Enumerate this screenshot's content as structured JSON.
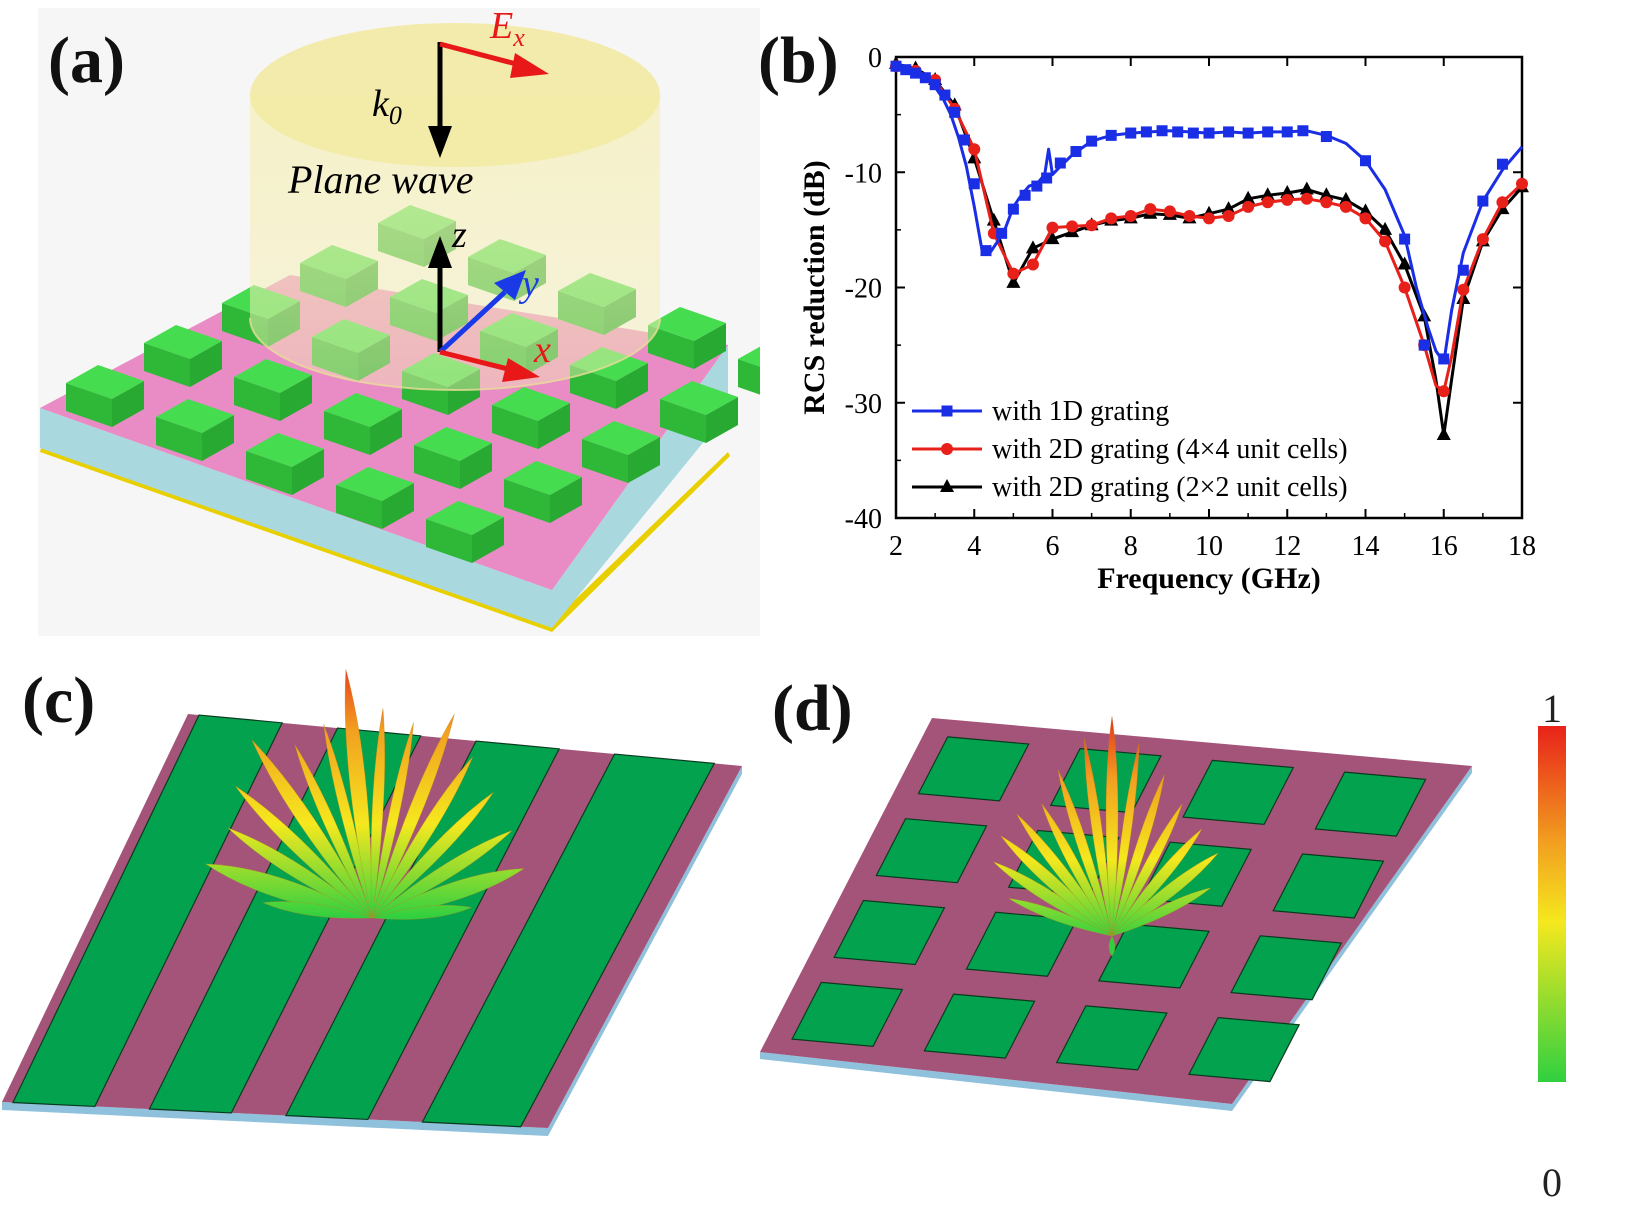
{
  "panels": {
    "a": {
      "label": "(a)",
      "field_label": "Ex",
      "field_E": "E",
      "field_sub": "x",
      "k_label": "k0",
      "k_main": "k",
      "k_sub": "0",
      "wave_label": "Plane wave",
      "axis_z": "z",
      "axis_y": "y",
      "axis_x": "x",
      "colors": {
        "substrate_top": "#e98bc4",
        "substrate_side": "#a9d8df",
        "ground": "#e8d000",
        "patch": "#3fd94a",
        "beam": "#f3eaa4"
      }
    },
    "b": {
      "label": "(b)"
    },
    "c": {
      "label": "(c)"
    },
    "d": {
      "label": "(d)"
    }
  },
  "colorbar": {
    "max_label": "1",
    "min_label": "0",
    "colors": [
      "#e8221a",
      "#f2a020",
      "#f5e81e",
      "#2fd040"
    ]
  },
  "chart_data": {
    "type": "line",
    "xlabel": "Frequency (GHz)",
    "ylabel": "RCS reduction (dB)",
    "xlim": [
      2,
      18
    ],
    "ylim": [
      -40,
      0
    ],
    "xticks": [
      "2",
      "4",
      "6",
      "8",
      "10",
      "12",
      "14",
      "16",
      "18"
    ],
    "yticks": [
      "0",
      "-10",
      "-20",
      "-30",
      "-40"
    ],
    "legend_position": "bottom-left",
    "series": [
      {
        "name": "with 1D grating",
        "color": "#1a2ee6",
        "marker": "square",
        "x": [
          2,
          2.2,
          2.4,
          2.6,
          2.8,
          3.0,
          3.2,
          3.4,
          3.6,
          3.8,
          4.0,
          4.2,
          4.4,
          4.6,
          4.8,
          5.0,
          5.2,
          5.4,
          5.6,
          5.8,
          5.9,
          6.0,
          6.2,
          6.5,
          7.0,
          7.5,
          8.0,
          8.5,
          9.0,
          9.5,
          10.0,
          10.5,
          11.0,
          11.5,
          12.0,
          12.5,
          13.0,
          13.5,
          14.0,
          14.5,
          15.0,
          15.3,
          15.6,
          15.8,
          16.0,
          16.2,
          16.5,
          17.0,
          17.5,
          18.0
        ],
        "y": [
          -0.8,
          -1.0,
          -1.3,
          -1.6,
          -2.0,
          -2.6,
          -3.6,
          -5.0,
          -7.0,
          -9.5,
          -13.0,
          -16.8,
          -17.0,
          -16.0,
          -14.8,
          -13.0,
          -12.0,
          -11.2,
          -11.0,
          -10.2,
          -8.0,
          -10.2,
          -9.5,
          -8.5,
          -7.3,
          -6.8,
          -6.6,
          -6.5,
          -6.4,
          -6.5,
          -6.6,
          -6.5,
          -6.6,
          -6.5,
          -6.5,
          -6.4,
          -6.8,
          -7.5,
          -9.0,
          -11.5,
          -15.5,
          -20.0,
          -23.5,
          -25.5,
          -26.5,
          -22.0,
          -17.0,
          -12.5,
          -9.8,
          -7.8
        ],
        "marker_x": [
          2.0,
          2.25,
          2.5,
          2.75,
          3.0,
          3.25,
          3.5,
          3.75,
          4.0,
          4.3,
          4.7,
          5.0,
          5.3,
          5.6,
          5.85,
          6.2,
          6.6,
          7.0,
          7.5,
          8.0,
          8.4,
          8.8,
          9.2,
          9.6,
          10.0,
          10.5,
          11.0,
          11.5,
          12.0,
          12.4,
          13.0,
          14.0,
          15.0,
          15.5,
          16.0,
          16.5,
          17.0,
          17.5
        ],
        "marker_y": [
          -0.8,
          -1.1,
          -1.4,
          -1.8,
          -2.4,
          -3.3,
          -4.8,
          -7.2,
          -11.0,
          -16.8,
          -15.3,
          -13.2,
          -12.0,
          -11.2,
          -10.5,
          -9.2,
          -8.2,
          -7.3,
          -6.8,
          -6.6,
          -6.5,
          -6.4,
          -6.5,
          -6.6,
          -6.6,
          -6.5,
          -6.6,
          -6.5,
          -6.5,
          -6.4,
          -6.9,
          -9.0,
          -15.8,
          -25.0,
          -26.2,
          -18.5,
          -12.5,
          -9.3
        ]
      },
      {
        "name": "with 2D grating (4×4 unit cells)",
        "color": "#e8201a",
        "marker": "circle",
        "x": [
          2.0,
          2.5,
          3.0,
          3.5,
          4.0,
          4.5,
          5.0,
          5.5,
          6.0,
          6.5,
          7.0,
          7.5,
          8.0,
          8.5,
          9.0,
          9.5,
          10.0,
          10.5,
          11.0,
          11.5,
          12.0,
          12.5,
          13.0,
          13.5,
          14.0,
          14.5,
          15.0,
          15.5,
          15.8,
          16.0,
          16.2,
          16.5,
          17.0,
          17.5,
          18.0
        ],
        "y": [
          -0.8,
          -1.2,
          -2.0,
          -4.5,
          -8.0,
          -15.3,
          -18.8,
          -18.0,
          -14.8,
          -14.7,
          -14.6,
          -14.0,
          -13.8,
          -13.2,
          -13.4,
          -13.8,
          -14.0,
          -13.8,
          -13.0,
          -12.6,
          -12.4,
          -12.3,
          -12.6,
          -13.0,
          -14.0,
          -16.0,
          -20.0,
          -25.0,
          -28.5,
          -29.0,
          -26.0,
          -20.2,
          -15.8,
          -12.6,
          -11.0
        ],
        "marker_x": [
          2.0,
          2.5,
          3.0,
          3.5,
          4.0,
          4.5,
          5.0,
          5.5,
          6.0,
          6.5,
          7.0,
          7.5,
          8.0,
          8.5,
          9.0,
          9.5,
          10.0,
          10.5,
          11.0,
          11.5,
          12.0,
          12.5,
          13.0,
          13.5,
          14.0,
          14.5,
          15.0,
          15.5,
          16.0,
          16.5,
          17.0,
          17.5,
          18.0
        ],
        "marker_y": [
          -0.8,
          -1.2,
          -2.0,
          -4.5,
          -8.0,
          -15.3,
          -18.8,
          -18.0,
          -14.8,
          -14.7,
          -14.6,
          -14.0,
          -13.8,
          -13.2,
          -13.4,
          -13.8,
          -14.0,
          -13.8,
          -13.0,
          -12.6,
          -12.4,
          -12.3,
          -12.6,
          -13.0,
          -14.0,
          -16.0,
          -20.0,
          -25.0,
          -29.0,
          -20.2,
          -15.8,
          -12.6,
          -11.0
        ]
      },
      {
        "name": "with 2D grating (2×2 unit cells)",
        "color": "#000000",
        "marker": "triangle",
        "x": [
          2.0,
          2.5,
          3.0,
          3.5,
          4.0,
          4.5,
          5.0,
          5.5,
          6.0,
          6.5,
          7.0,
          7.5,
          8.0,
          8.5,
          9.0,
          9.5,
          10.0,
          10.5,
          11.0,
          11.5,
          12.0,
          12.5,
          13.0,
          13.5,
          14.0,
          14.5,
          15.0,
          15.5,
          15.8,
          16.0,
          16.2,
          16.5,
          17.0,
          17.5,
          18.0
        ],
        "y": [
          -0.6,
          -1.0,
          -2.0,
          -4.2,
          -8.8,
          -14.2,
          -19.6,
          -16.6,
          -15.8,
          -15.2,
          -14.6,
          -14.2,
          -14.0,
          -13.6,
          -13.7,
          -14.0,
          -13.6,
          -13.2,
          -12.3,
          -12.0,
          -11.8,
          -11.5,
          -12.0,
          -12.4,
          -13.4,
          -15.0,
          -18.0,
          -22.5,
          -28.0,
          -32.8,
          -28.0,
          -21.0,
          -16.0,
          -13.2,
          -11.3
        ],
        "marker_x": [
          2.0,
          2.5,
          3.0,
          3.5,
          4.0,
          4.5,
          5.0,
          5.5,
          6.0,
          6.5,
          7.0,
          7.5,
          8.0,
          8.5,
          9.0,
          9.5,
          10.0,
          10.5,
          11.0,
          11.5,
          12.0,
          12.5,
          13.0,
          13.5,
          14.0,
          14.5,
          15.0,
          15.5,
          16.0,
          16.5,
          17.0,
          17.5,
          18.0
        ],
        "marker_y": [
          -0.6,
          -1.0,
          -2.0,
          -4.2,
          -8.8,
          -14.2,
          -19.6,
          -16.6,
          -15.8,
          -15.2,
          -14.6,
          -14.2,
          -14.0,
          -13.6,
          -13.7,
          -14.0,
          -13.6,
          -13.2,
          -12.3,
          -12.0,
          -11.8,
          -11.5,
          -12.0,
          -12.4,
          -13.4,
          -15.0,
          -18.0,
          -22.5,
          -32.8,
          -21.0,
          -16.0,
          -13.2,
          -11.3
        ]
      }
    ]
  }
}
